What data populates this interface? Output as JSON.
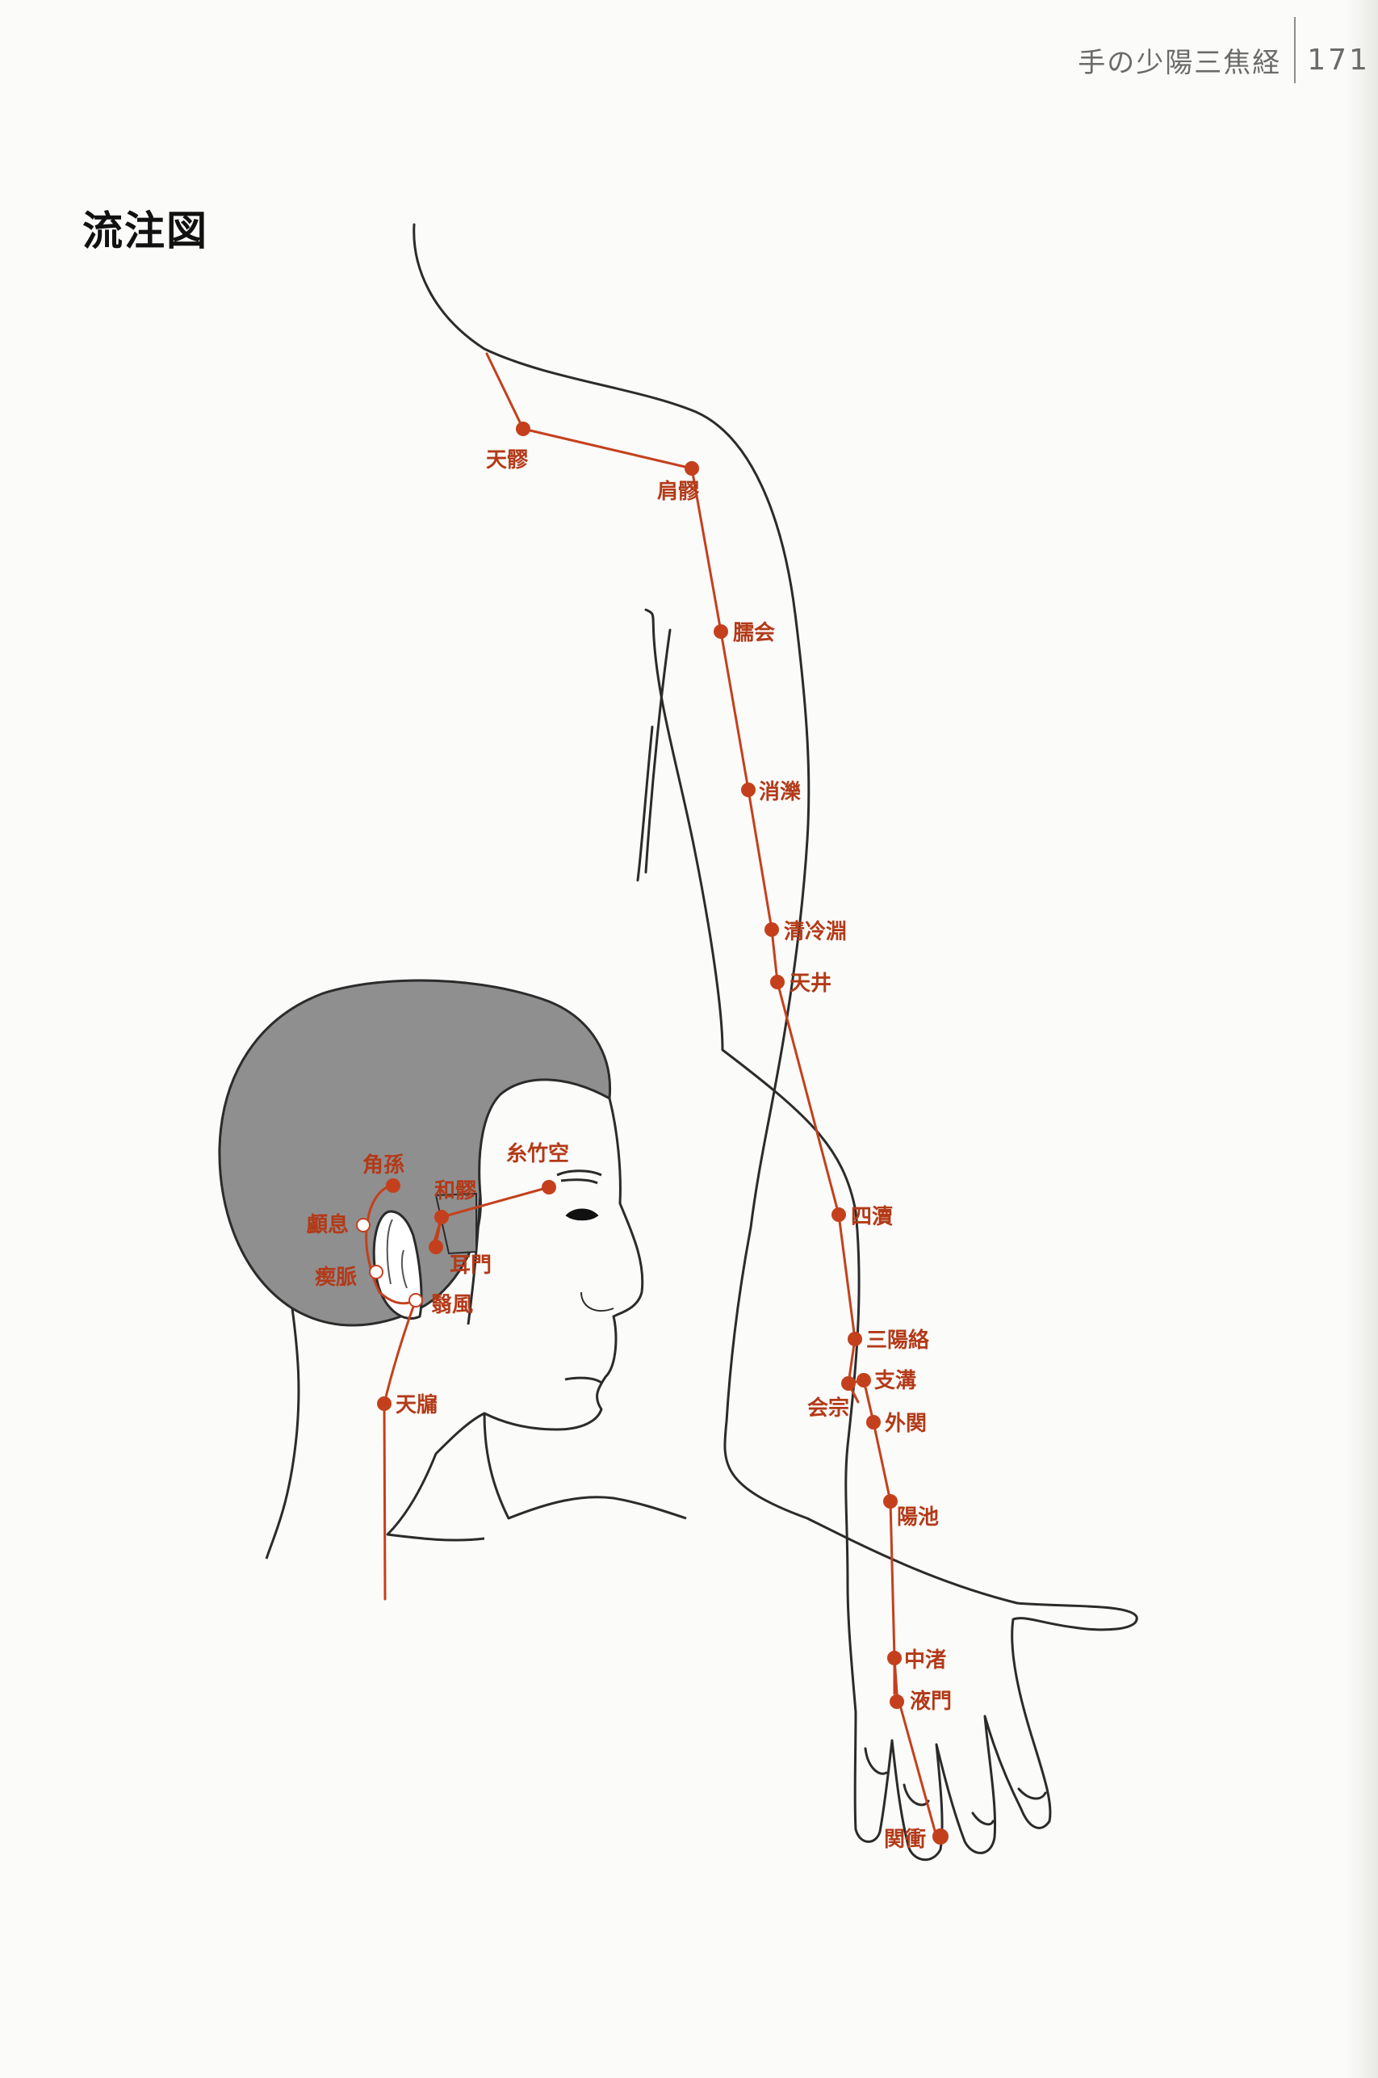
{
  "header": {
    "chapter": "手の少陽三焦経",
    "page_number": "171"
  },
  "section_title": "流注図",
  "colors": {
    "meridian": "#c4401c",
    "point": "#c4401c",
    "label": "#b33a18",
    "outline": "#2b2b2b",
    "hair": "#8f8f8f"
  },
  "points": {
    "tenryo": "天髎",
    "kenryo": "肩髎",
    "jue": "臑会",
    "shoreki": "消濼",
    "seireien": "清冷淵",
    "tensei": "天井",
    "shitoku": "四瀆",
    "sanyoraku": "三陽絡",
    "shiko": "支溝",
    "eso": "会宗",
    "gaikan": "外関",
    "yochi": "陽池",
    "chusho": "中渚",
    "ekimon": "液門",
    "kansho": "関衝",
    "shichikuku": "糸竹空",
    "waryo": "和髎",
    "kakuson": "角孫",
    "rosoku": "顱息",
    "keimyaku": "瘈脈",
    "jimon": "耳門",
    "eifu": "翳風",
    "tenyu": "天牖"
  }
}
